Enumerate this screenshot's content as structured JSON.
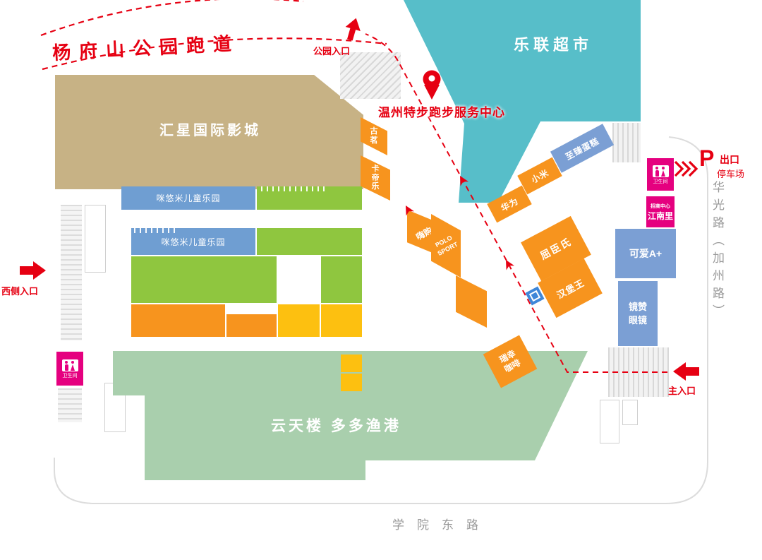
{
  "colors": {
    "accent_red": "#e60012",
    "supermarket_teal": "#57bec9",
    "cinema_tan": "#c7b285",
    "kids_blue": "#6f9ed2",
    "retail_green": "#8fc63f",
    "retail_orange": "#f7941e",
    "retail_yellow": "#fdc010",
    "restaurant_sage": "#a9cfad",
    "facility_pink": "#e5007f",
    "shop_blue": "#7b9fd4",
    "road_gray": "#9a9a9a"
  },
  "park": {
    "track_label": "杨府山公园跑道",
    "entrance_label": "公园入口"
  },
  "destination": {
    "label": "温州特步跑步服务中心"
  },
  "anchors": {
    "supermarket": "乐联超市",
    "cinema": "汇星国际影城",
    "kids_park_1": "咪悠米儿童乐园",
    "kids_park_2": "咪悠米儿童乐园",
    "restaurant": "云天楼 多多渔港"
  },
  "shops": [
    {
      "label": "古茗"
    },
    {
      "label": "卡帝乐"
    },
    {
      "label": "嗨购"
    },
    {
      "label": "POLO SPORT"
    },
    {
      "label": "华为"
    },
    {
      "label": "小米"
    },
    {
      "label": "至臻蛋糕"
    },
    {
      "label": "屈臣氏"
    },
    {
      "label": "汉堡王"
    },
    {
      "label": "瑞幸咖啡"
    },
    {
      "label": "可爱A+"
    },
    {
      "label": "镜赞眼镜"
    }
  ],
  "leasing_center": {
    "line1": "招商中心",
    "line2": "江南里"
  },
  "facilities": {
    "restroom_label": "卫生间"
  },
  "entrances": {
    "west": "西侧入口",
    "main": "主入口",
    "parking_symbol": "P",
    "parking_line1": "出口",
    "parking_line2": "停车场"
  },
  "roads": {
    "south": "学院东路",
    "east": "华光路（加州路）"
  }
}
